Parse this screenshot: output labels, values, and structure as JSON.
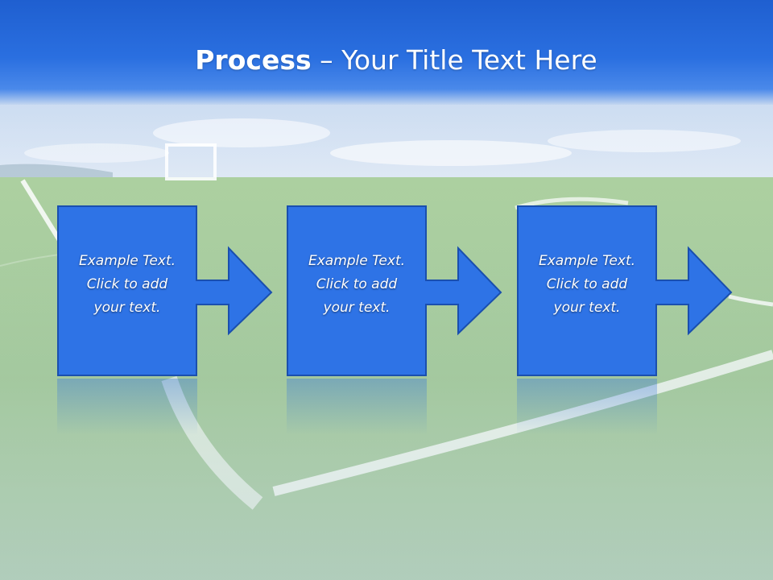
{
  "slide": {
    "title_bold": "Process",
    "title_rest": " – Your Title Text Here",
    "steps": [
      {
        "line1": "Example Text.",
        "line2": "Click  to add",
        "line3": "your text."
      },
      {
        "line1": "Example Text.",
        "line2": "Click  to add",
        "line3": "your text."
      },
      {
        "line1": "Example Text.",
        "line2": "Click  to add",
        "line3": "your text."
      }
    ]
  },
  "colors": {
    "header_blue": "#2a6fe0",
    "box_blue": "#2e73e6",
    "box_border": "#1a4fae",
    "text_white": "#ffffff",
    "grass": "#8fc07a",
    "sky": "#c9dcf2"
  }
}
